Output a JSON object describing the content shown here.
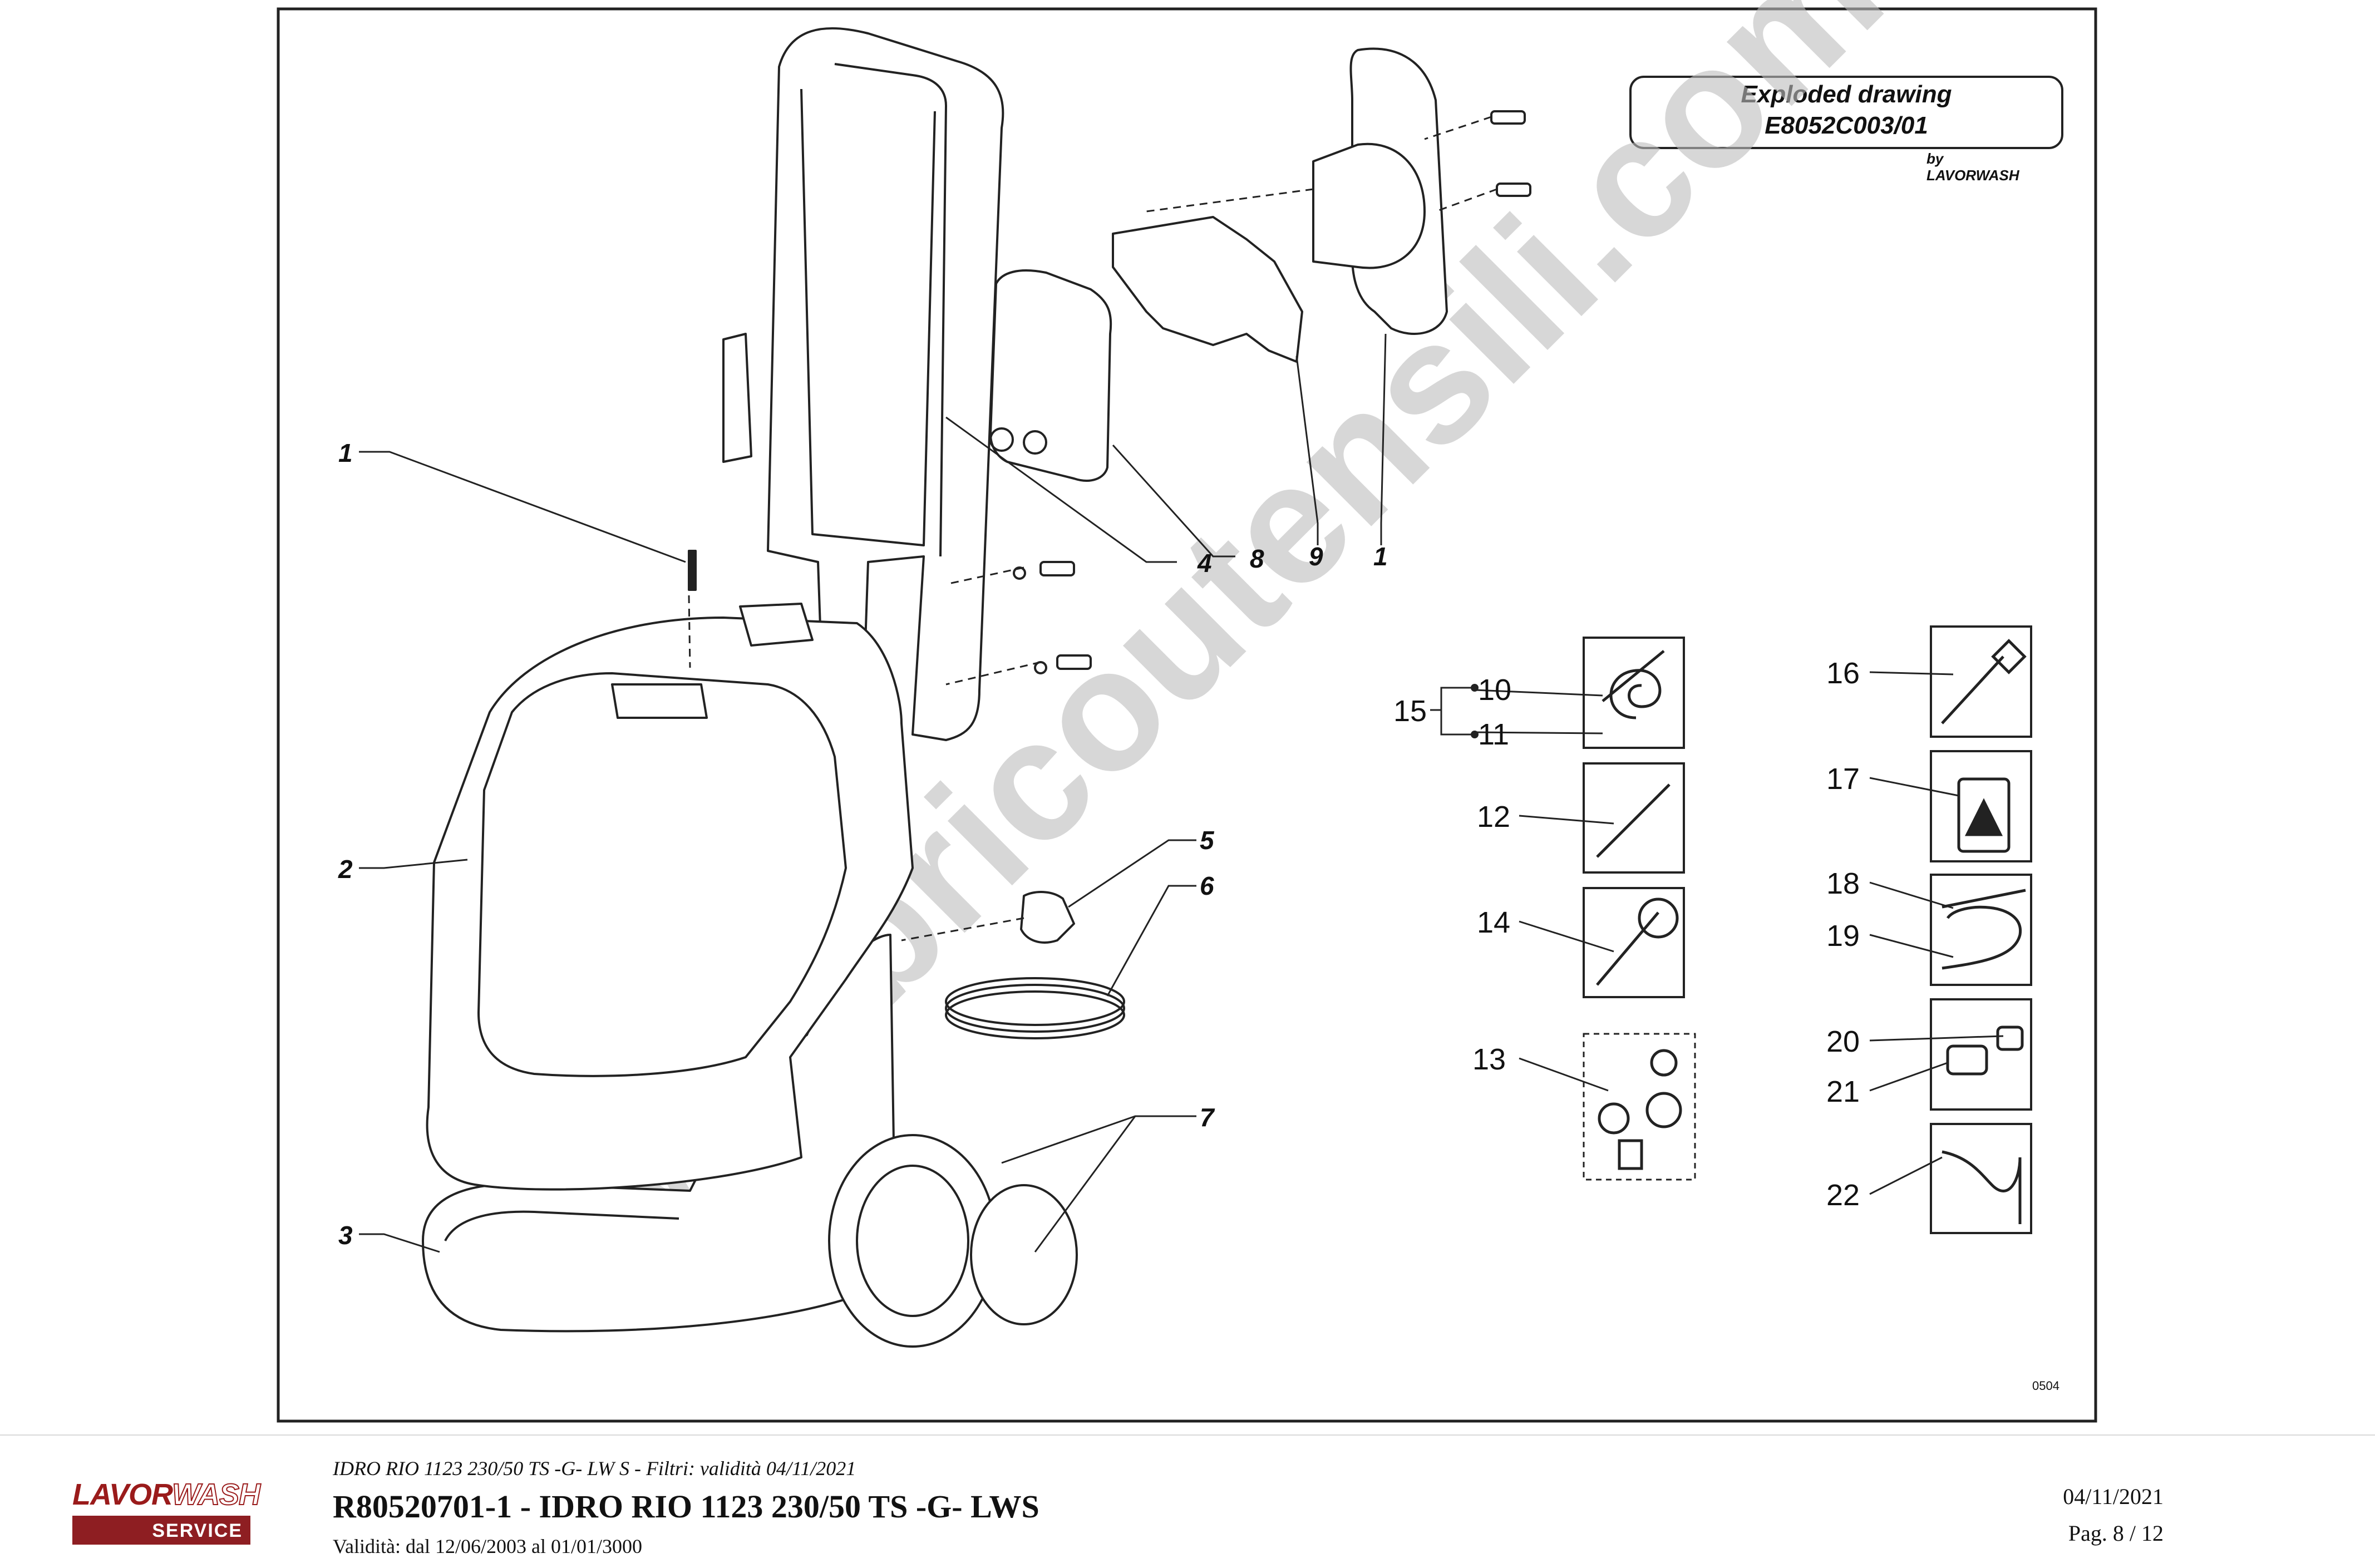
{
  "drawing": {
    "title_line1": "Exploded drawing",
    "title_line2": "E8052C003/01",
    "by": "by",
    "maker": "LAVORWASH",
    "sheet_code": "0504",
    "watermark": "www.bricoutensili.com"
  },
  "callouts": {
    "c1a": "1",
    "c2": "2",
    "c3": "3",
    "c4": "4",
    "c5": "5",
    "c6": "6",
    "c7": "7",
    "c8": "8",
    "c9": "9",
    "c1b": "1",
    "c10": "10",
    "c11": "11",
    "c12": "12",
    "c13": "13",
    "c14": "14",
    "c15": "15",
    "c16": "16",
    "c17": "17",
    "c18": "18",
    "c19": "19",
    "c20": "20",
    "c21": "21",
    "c22": "22"
  },
  "footer": {
    "logo_part1": "LAVOR",
    "logo_part2": "WASH",
    "logo_service": "SERVICE",
    "subtitle": "IDRO RIO 1123 230/50 TS -G- LW S - Filtri: validità 04/11/2021",
    "title": "R80520701-1 - IDRO RIO 1123 230/50 TS -G- LWS",
    "validity": "Validità: dal 12/06/2003 al 01/01/3000",
    "date": "04/11/2021",
    "page": "Pag. 8 / 12"
  }
}
